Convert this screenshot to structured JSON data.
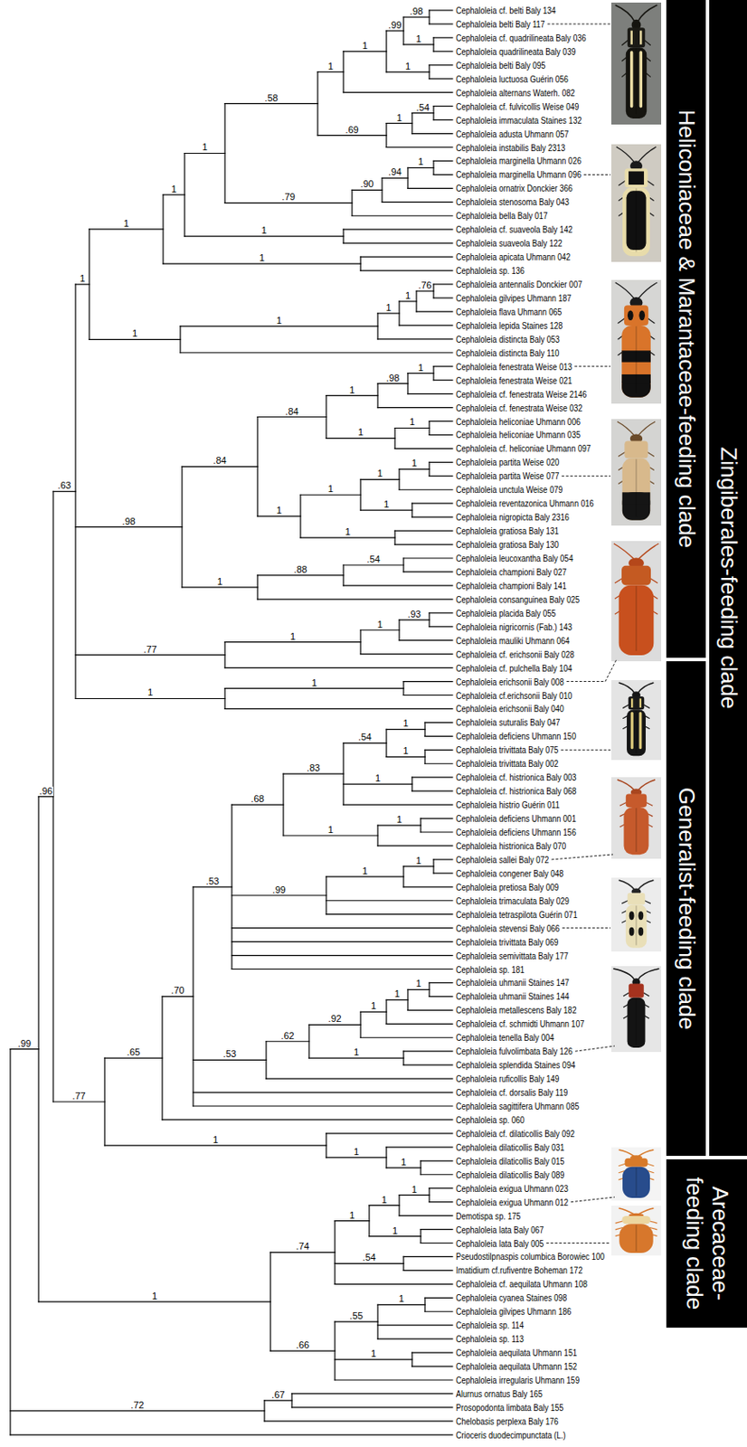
{
  "diagram": {
    "nodes": [
      {
        "text": [
          "Zingiberales-feeding clade"
        ]
      },
      {
        "text": [
          "Heliconiaceae & Marantaceae-feeding clade"
        ]
      },
      {
        "text": [
          "Generalist-feeding clade"
        ]
      },
      {
        "text": [
          "Arecaceae-feeding clade"
        ]
      }
    ],
    "labels": [
      "Cephaloleia cf. belti Baly 134",
      "Cephaloleia belti Baly 117",
      "Cephaloleia cf. quadrilineata Baly 036",
      "Cephaloleia quadrilineata Baly 039",
      "Cephaloleia belti Baly 095",
      "Cephaloleia luctuosa Guérin 056",
      "Cephaloleia alternans Waterh. 082",
      "Cephaloleia cf. fulvicollis Weise 049",
      "Cephaloleia immaculata Staines 132",
      "Cephaloleia adusta Uhmann 057",
      "Cephaloleia instabilis Baly 2313",
      "Cephaloleia marginella Uhmann 026",
      "Cephaloleia marginella Uhmann 096",
      "Cephaloleia ornatrix Donckier 366",
      "Cephaloleia stenosoma Baly 043",
      "Cephaloleia bella Baly 017",
      "Cephaloleia cf. suaveola Baly 142",
      "Cephaloleia suaveola Baly 122",
      "Cephaloleia apicata Uhmann 042",
      "Cephaloleia sp. 136",
      "Cephaloleia antennalis Donckier 007",
      "Cephaloleia gilvipes Uhmann 187",
      "Cephaloleia flava Uhmann 065",
      "Cephaloleia lepida Staines 128",
      "Cephaloleia distincta Baly 053",
      "Cephaloleia distincta Baly 110",
      "Cephaloleia fenestrata Weise 013",
      "Cephaloleia fenestrata Weise 021",
      "Cephaloleia cf. fenestrata Weise 2146",
      "Cephaloleia cf. fenestrata Weise 032",
      "Cephaloleia heliconiae Uhmann 006",
      "Cephaloleia heliconiae Uhmann 035",
      "Cephaloleia cf. heliconiae Uhmann 097",
      "Cephaloleia partita Weise 020",
      "Cephaloleia partita Weise 077",
      "Cephaloleia unctula Weise 079",
      "Cephaloleia reventazonica Uhmann 016",
      "Cephaloleia nigropicta Baly 2316",
      "Cephaloleia gratiosa Baly 131",
      "Cephaloleia gratiosa Baly 130",
      "Cephaloleia leucoxantha Baly 054",
      "Cephaloleia championi Baly 027",
      "Cephaloleia championi Baly 141",
      "Cephaloleia consanguinea Baly 025",
      "Cephaloleia placida Baly 055",
      "Cephaloleia nigricornis (Fab.) 143",
      "Cephaloleia mauliki Uhmann 064",
      "Cephaloleia cf. erichsonii Baly 028",
      "Cephaloleia cf. pulchella Baly 104",
      "Cephaloleia erichsonii Baly 008",
      "Cephaloleia cf.erichsonii Baly 010",
      "Cephaloleia erichsonii Baly 040",
      "Cephaloleia suturalis Baly 047",
      "Cephaloleia deficiens Uhmann 150",
      "Cephaloleia trivittata Baly 075",
      "Cephaloleia trivittata Baly 002",
      "Cephaloleia cf. histrionica Baly 003",
      "Cephaloleia cf. histrionica Baly 068",
      "Cephaloleia histrio Guérin 011",
      "Cephaloleia deficiens Uhmann 001",
      "Cephaloleia deficiens Uhmann 156",
      "Cephaloleia histrionica Baly 070",
      "Cephaloleia sallei Baly 072",
      "Cephaloleia congener Baly 048",
      "Cephaloleia pretiosa Baly 009",
      "Cephaloleia trimaculata Baly 029",
      "Cephaloleia tetraspilota Guérin 071",
      "Cephaloleia stevensi Baly 066",
      "Cephaloleia trivittata Baly 069",
      "Cephaloleia semivittata Baly 177",
      "Cephaloleia sp. 181",
      "Cephaloleia uhmanii Staines 147",
      "Cephaloleia uhmanii Staines 144",
      "Cephaloleia metallescens Baly 182",
      "Cephaloleia cf. schmidti Uhmann 107",
      "Cephaloleia tenella Baly 004",
      "Cephaloleia fulvolimbata Baly 126",
      "Cephaloleia splendida Staines 094",
      "Cephaloleia ruficollis Baly 149",
      "Cephaloleia cf. dorsalis Baly 119",
      "Cephaloleia sagittifera Uhmann 085",
      "Cephaloleia sp. 060",
      "Cephaloleia cf. dilaticollis Baly 092",
      "Cephaloleia dilaticollis Baly 031",
      "Cephaloleia dilaticollis Baly 015",
      "Cephaloleia dilaticollis Baly 089",
      "Cephaloleia exigua Uhmann 023",
      "Cephaloleia exigua Uhmann 012",
      "Demotispa sp. 175",
      "Cephaloleia lata Baly 067",
      "Cephaloleia lata Baly 005",
      "Pseudostilpnaspis columbica Borowiec 100",
      "Imatidium cf.rufiventre Boheman 172",
      "Cephaloleia cf. aequilata Uhmann 108",
      "Cephaloleia cyanea Staines 098",
      "Cephaloleia gilvipes Uhmann 186",
      "Cephaloleia sp. 114",
      "Cephaloleia sp. 113",
      "Cephaloleia aequilata Uhmann 151",
      "Cephaloleia aequilata Uhmann 152",
      "Cephaloleia irregularis Uhmann 159",
      "Alurnus ornatus Baly 165",
      "Prosopodonta limbata Baly 155",
      "Chelobasis perplexa Baly 176",
      "Crioceris duodecimpunctata (L.)",
      ".99",
      ".96",
      ".63",
      "1",
      "1",
      "1",
      "1",
      ".58",
      "1",
      "1",
      ".99",
      ".98",
      "1",
      "1",
      ".69",
      "1",
      ".54",
      ".79",
      ".90",
      ".94",
      "1",
      "1",
      "1",
      "1",
      "1",
      "1",
      "1",
      ".76",
      ".98",
      ".84",
      ".84",
      "1",
      ".98",
      "1",
      "1",
      "1",
      "1",
      "1",
      "1",
      "1",
      "1",
      "1",
      "1",
      ".88",
      ".54",
      ".77",
      "1",
      "1",
      ".93",
      "1",
      "1",
      ".77",
      ".65",
      ".70",
      ".53",
      ".68",
      ".83",
      ".54",
      "1",
      "1",
      "1",
      "1",
      "1",
      ".99",
      "1",
      "1",
      ".53",
      ".62",
      ".92",
      "1",
      "1",
      "1",
      "1",
      "1",
      "1",
      "1",
      "1",
      ".74",
      "1",
      "1",
      "1",
      "1",
      ".54",
      ".66",
      ".55",
      "1",
      "1",
      ".72",
      ".67"
    ]
  }
}
